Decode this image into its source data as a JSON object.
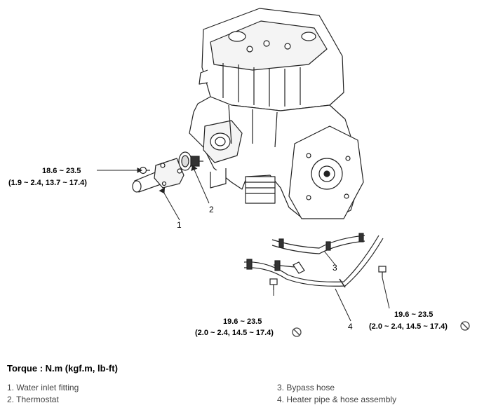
{
  "callouts": {
    "c1": "1",
    "c2": "2",
    "c3": "3",
    "c4": "4"
  },
  "torque_specs": {
    "spec_a_line1": "18.6 ~ 23.5",
    "spec_a_line2": "(1.9 ~ 2.4, 13.7 ~ 17.4)",
    "spec_b_line1": "19.6 ~ 23.5",
    "spec_b_line2": "(2.0 ~ 2.4, 14.5 ~ 17.4)",
    "spec_c_line1": "19.6 ~ 23.5",
    "spec_c_line2": "(2.0 ~ 2.4, 14.5 ~ 17.4)"
  },
  "footer": {
    "torque_title": "Torque : N.m (kgf.m, lb-ft)",
    "items": [
      "1. Water inlet fitting",
      "2. Thermostat",
      "3. Bypass hose",
      "4. Heater pipe & hose assembly"
    ]
  }
}
